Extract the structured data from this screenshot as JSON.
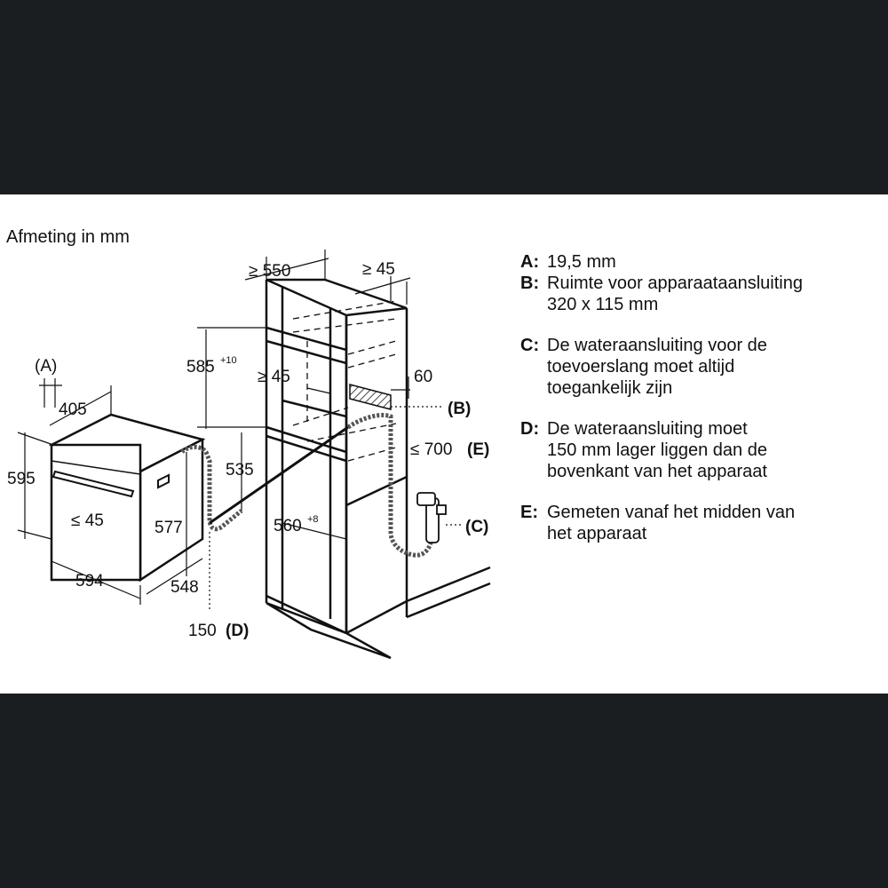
{
  "title": "Afmeting in mm",
  "dimensions": {
    "a_label": "(A)",
    "w405": "405",
    "h595": "595",
    "d45a": "≤ 45",
    "w594": "594",
    "h577": "577",
    "d548": "548",
    "h535": "535",
    "d150": "150",
    "d_label": "(D)",
    "h585": "585",
    "h585_tol": "+10",
    "w550": "≥ 550",
    "w45top": "≥ 45",
    "w45mid": "≥ 45",
    "w60": "60",
    "b_label": "(B)",
    "d700": "≤ 700",
    "e_label": "(E)",
    "w560": "560",
    "w560_tol": "+8",
    "c_label": "(C)"
  },
  "legend": [
    {
      "key": "A:",
      "text": "19,5 mm"
    },
    {
      "key": "B:",
      "text": "Ruimte voor apparaataansluiting\n320 x 115 mm"
    },
    {
      "key": "C:",
      "text": "De wateraansluiting voor de\ntoevoerslang moet altijd\ntoegankelijk zijn"
    },
    {
      "key": "D:",
      "text": "De wateraansluiting moet\n150 mm lager liggen dan de\nbovenkant van het apparaat"
    },
    {
      "key": "E:",
      "text": "Gemeten vanaf het midden van\nhet apparaat"
    }
  ],
  "colors": {
    "background": "#1b1e21",
    "panel": "#ffffff",
    "line": "#111111",
    "hatch": "#666666"
  }
}
